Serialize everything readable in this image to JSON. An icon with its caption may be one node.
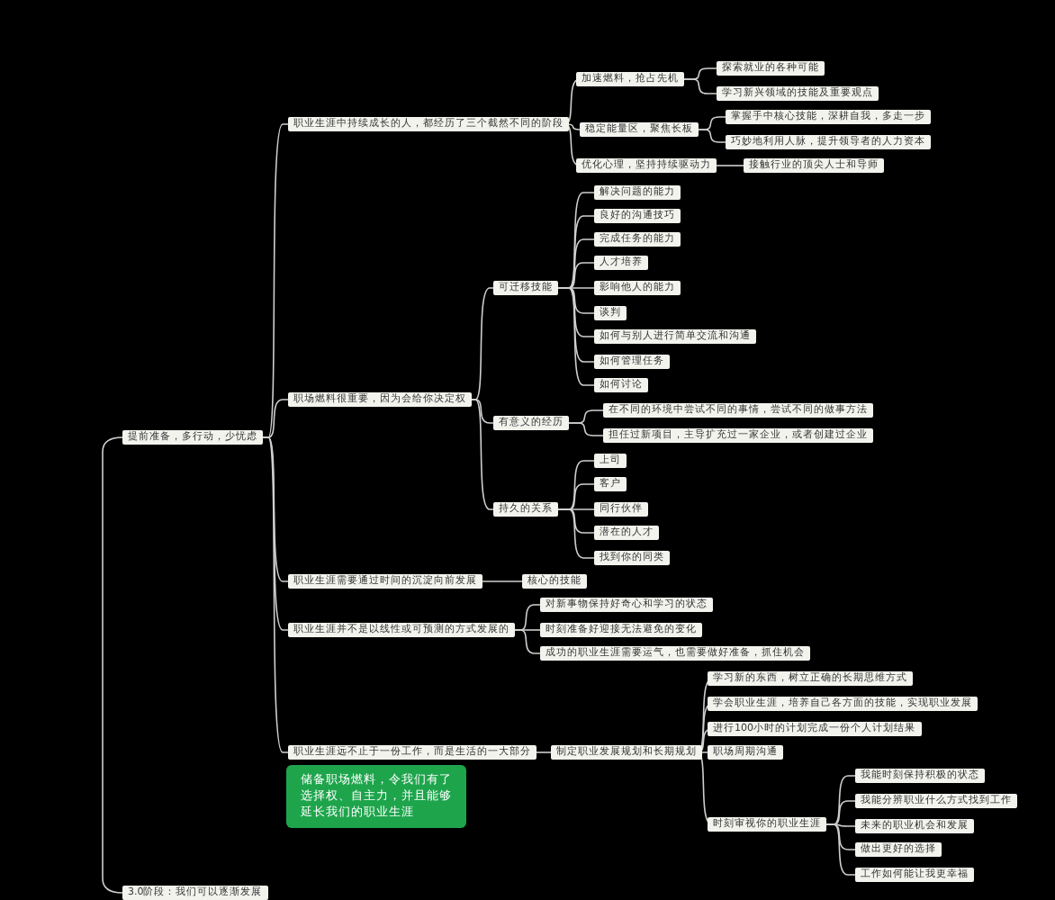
{
  "diagram": {
    "nodes": [
      {
        "text": [
          "提前准备，多行动，少忧虑"
        ]
      },
      {
        "text": [
          "职业生涯中持续成长的人，都经历了三个截然不同的阶段"
        ]
      },
      {
        "text": [
          "职场燃料很重要，因为会给你决定权"
        ]
      },
      {
        "text": [
          "职业生涯需要通过时间的沉淀向前发展"
        ]
      },
      {
        "text": [
          "职业生涯并不是以线性或可预测的方式发展的"
        ]
      },
      {
        "text": [
          "职业生涯远不止于一份工作，而是生活的一大部分"
        ]
      },
      {
        "text": [
          "储备职场燃料，令我们有了选择权、自主力，并且能够延长我们的职业生涯"
        ]
      },
      {
        "text": [
          "加速燃料，抢占先机"
        ]
      },
      {
        "text": [
          "稳定能量区，聚焦长板"
        ]
      },
      {
        "text": [
          "优化心理，坚持持续驱动力"
        ]
      },
      {
        "text": [
          "探索就业的各种可能"
        ]
      },
      {
        "text": [
          "学习新兴领域的技能及重要观点"
        ]
      },
      {
        "text": [
          "掌握手中核心技能，深耕自我，多走一步"
        ]
      },
      {
        "text": [
          "巧妙地利用人脉，提升领导者的人力资本"
        ]
      },
      {
        "text": [
          "接触行业的顶尖人士和导师"
        ]
      },
      {
        "text": [
          "可迁移技能"
        ]
      },
      {
        "text": [
          "有意义的经历"
        ]
      },
      {
        "text": [
          "持久的关系"
        ]
      },
      {
        "text": [
          "解决问题的能力"
        ]
      },
      {
        "text": [
          "良好的沟通技巧"
        ]
      },
      {
        "text": [
          "完成任务的能力"
        ]
      },
      {
        "text": [
          "人才培养"
        ]
      },
      {
        "text": [
          "影响他人的能力"
        ]
      },
      {
        "text": [
          "谈判"
        ]
      },
      {
        "text": [
          "如何与别人进行简单交流和沟通"
        ]
      },
      {
        "text": [
          "如何管理任务"
        ]
      },
      {
        "text": [
          "如何讨论"
        ]
      },
      {
        "text": [
          "在不同的环境中尝试不同的事情，尝试不同的做事方法"
        ]
      },
      {
        "text": [
          "担任过新项目，主导扩充过一家企业，或者创建过企业"
        ]
      },
      {
        "text": [
          "上司"
        ]
      },
      {
        "text": [
          "客户"
        ]
      },
      {
        "text": [
          "同行伙伴"
        ]
      },
      {
        "text": [
          "潜在的人才"
        ]
      },
      {
        "text": [
          "找到你的同类"
        ]
      },
      {
        "text": [
          "核心的技能"
        ]
      },
      {
        "text": [
          "对新事物保持好奇心和学习的状态"
        ]
      },
      {
        "text": [
          "时刻准备好迎接无法避免的变化"
        ]
      },
      {
        "text": [
          "成功的职业生涯需要运气，也需要做好准备，抓住机会"
        ]
      },
      {
        "text": [
          "制定职业发展规划和长期规划"
        ]
      },
      {
        "text": [
          "学习新的东西，树立正确的长期思维方式"
        ]
      },
      {
        "text": [
          "学会职业生涯，培养自己各方面的技能，实现职业发展"
        ]
      },
      {
        "text": [
          "进行100小时的计划完成一份个人计划结果"
        ]
      },
      {
        "text": [
          "职场周期沟通"
        ]
      },
      {
        "text": [
          "时刻审视你的职业生涯"
        ]
      },
      {
        "text": [
          "我能时刻保持积极的状态"
        ]
      },
      {
        "text": [
          "我能分辨职业什么方式找到工作"
        ]
      },
      {
        "text": [
          "未来的职业机会和发展"
        ]
      },
      {
        "text": [
          "做出更好的选择"
        ]
      },
      {
        "text": [
          "工作如何能让我更幸福"
        ]
      },
      {
        "text": [
          "3.0阶段：我们可以逐渐发展"
        ]
      }
    ],
    "edges": [
      {
        "from": null,
        "to": 0,
        "arrow": "none"
      },
      {
        "from": null,
        "to": 49,
        "arrow": "none"
      },
      {
        "from": 0,
        "to": 1,
        "arrow": "none"
      },
      {
        "from": 0,
        "to": 2,
        "arrow": "none"
      },
      {
        "from": 0,
        "to": 3,
        "arrow": "none"
      },
      {
        "from": 0,
        "to": 4,
        "arrow": "none"
      },
      {
        "from": 0,
        "to": 5,
        "arrow": "none"
      },
      {
        "from": 1,
        "to": 7,
        "arrow": "none"
      },
      {
        "from": 1,
        "to": 8,
        "arrow": "none"
      },
      {
        "from": 1,
        "to": 9,
        "arrow": "none"
      },
      {
        "from": 7,
        "to": 10,
        "arrow": "none"
      },
      {
        "from": 7,
        "to": 11,
        "arrow": "none"
      },
      {
        "from": 8,
        "to": 12,
        "arrow": "none"
      },
      {
        "from": 8,
        "to": 13,
        "arrow": "none"
      },
      {
        "from": 9,
        "to": 14,
        "arrow": "none"
      },
      {
        "from": 2,
        "to": 15,
        "arrow": "none"
      },
      {
        "from": 2,
        "to": 16,
        "arrow": "none"
      },
      {
        "from": 2,
        "to": 17,
        "arrow": "none"
      },
      {
        "from": 15,
        "to": 18,
        "arrow": "none"
      },
      {
        "from": 15,
        "to": 19,
        "arrow": "none"
      },
      {
        "from": 15,
        "to": 20,
        "arrow": "none"
      },
      {
        "from": 15,
        "to": 21,
        "arrow": "none"
      },
      {
        "from": 15,
        "to": 22,
        "arrow": "none"
      },
      {
        "from": 15,
        "to": 23,
        "arrow": "none"
      },
      {
        "from": 15,
        "to": 24,
        "arrow": "none"
      },
      {
        "from": 15,
        "to": 25,
        "arrow": "none"
      },
      {
        "from": 15,
        "to": 26,
        "arrow": "none"
      },
      {
        "from": 16,
        "to": 27,
        "arrow": "none"
      },
      {
        "from": 16,
        "to": 28,
        "arrow": "none"
      },
      {
        "from": 17,
        "to": 29,
        "arrow": "none"
      },
      {
        "from": 17,
        "to": 30,
        "arrow": "none"
      },
      {
        "from": 17,
        "to": 31,
        "arrow": "none"
      },
      {
        "from": 17,
        "to": 32,
        "arrow": "none"
      },
      {
        "from": 17,
        "to": 33,
        "arrow": "none"
      },
      {
        "from": 3,
        "to": 34,
        "arrow": "none"
      },
      {
        "from": 4,
        "to": 35,
        "arrow": "none"
      },
      {
        "from": 4,
        "to": 36,
        "arrow": "none"
      },
      {
        "from": 4,
        "to": 37,
        "arrow": "none"
      },
      {
        "from": 5,
        "to": 38,
        "arrow": "none"
      },
      {
        "from": 38,
        "to": 39,
        "arrow": "none"
      },
      {
        "from": 38,
        "to": 40,
        "arrow": "none"
      },
      {
        "from": 38,
        "to": 41,
        "arrow": "none"
      },
      {
        "from": 38,
        "to": 42,
        "arrow": "none"
      },
      {
        "from": 38,
        "to": 43,
        "arrow": "none"
      },
      {
        "from": 43,
        "to": 44,
        "arrow": "none"
      },
      {
        "from": 43,
        "to": 45,
        "arrow": "none"
      },
      {
        "from": 43,
        "to": 46,
        "arrow": "none"
      },
      {
        "from": 43,
        "to": 47,
        "arrow": "none"
      },
      {
        "from": 43,
        "to": 48,
        "arrow": "none"
      }
    ]
  }
}
